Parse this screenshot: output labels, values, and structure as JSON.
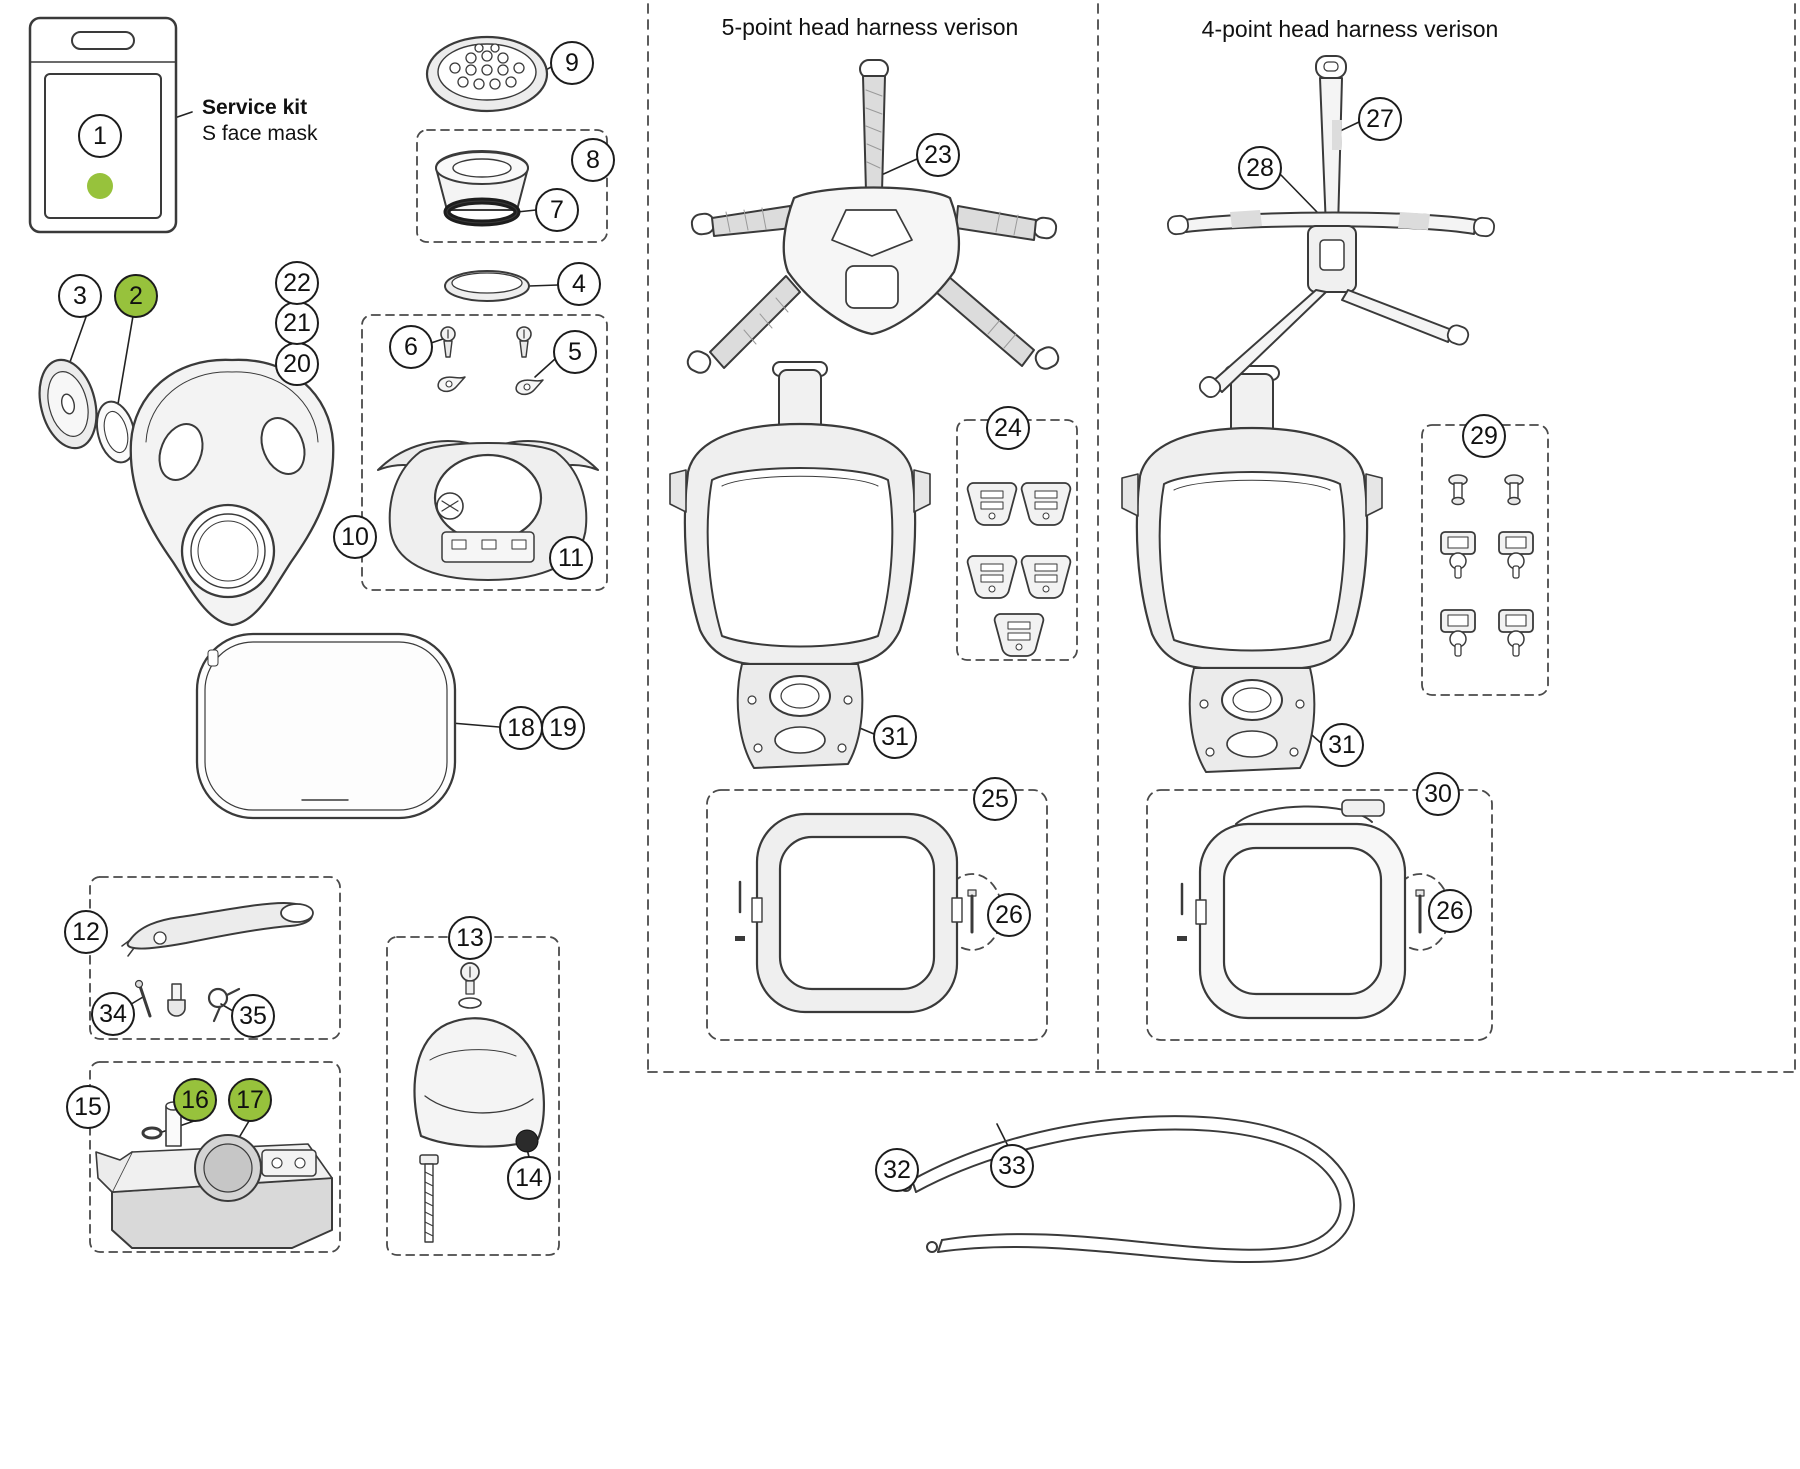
{
  "colors": {
    "highlight_green": "#97c23c",
    "line": "#3a3a3a"
  },
  "labels": {
    "service_kit_title": "Service kit",
    "service_kit_subtitle": "S face mask",
    "five_point_title": "5-point head harness verison",
    "four_point_title": "4-point head harness verison"
  },
  "callouts": [
    {
      "num": "1",
      "green": false
    },
    {
      "num": "2",
      "green": true
    },
    {
      "num": "3",
      "green": false
    },
    {
      "num": "4",
      "green": false
    },
    {
      "num": "5",
      "green": false
    },
    {
      "num": "6",
      "green": false
    },
    {
      "num": "7",
      "green": false
    },
    {
      "num": "8",
      "green": false
    },
    {
      "num": "9",
      "green": false
    },
    {
      "num": "10",
      "green": false
    },
    {
      "num": "11",
      "green": false
    },
    {
      "num": "12",
      "green": false
    },
    {
      "num": "13",
      "green": false
    },
    {
      "num": "14",
      "green": false
    },
    {
      "num": "15",
      "green": false
    },
    {
      "num": "16",
      "green": true
    },
    {
      "num": "17",
      "green": true
    },
    {
      "num": "18",
      "green": false
    },
    {
      "num": "19",
      "green": false
    },
    {
      "num": "20",
      "green": false
    },
    {
      "num": "21",
      "green": false
    },
    {
      "num": "22",
      "green": false
    },
    {
      "num": "23",
      "green": false
    },
    {
      "num": "24",
      "green": false
    },
    {
      "num": "25",
      "green": false
    },
    {
      "num": "26",
      "green": false
    },
    {
      "num": "26",
      "green": false
    },
    {
      "num": "27",
      "green": false
    },
    {
      "num": "28",
      "green": false
    },
    {
      "num": "29",
      "green": false
    },
    {
      "num": "30",
      "green": false
    },
    {
      "num": "31",
      "green": false
    },
    {
      "num": "31",
      "green": false
    },
    {
      "num": "32",
      "green": false
    },
    {
      "num": "33",
      "green": false
    },
    {
      "num": "34",
      "green": false
    },
    {
      "num": "35",
      "green": false
    }
  ]
}
